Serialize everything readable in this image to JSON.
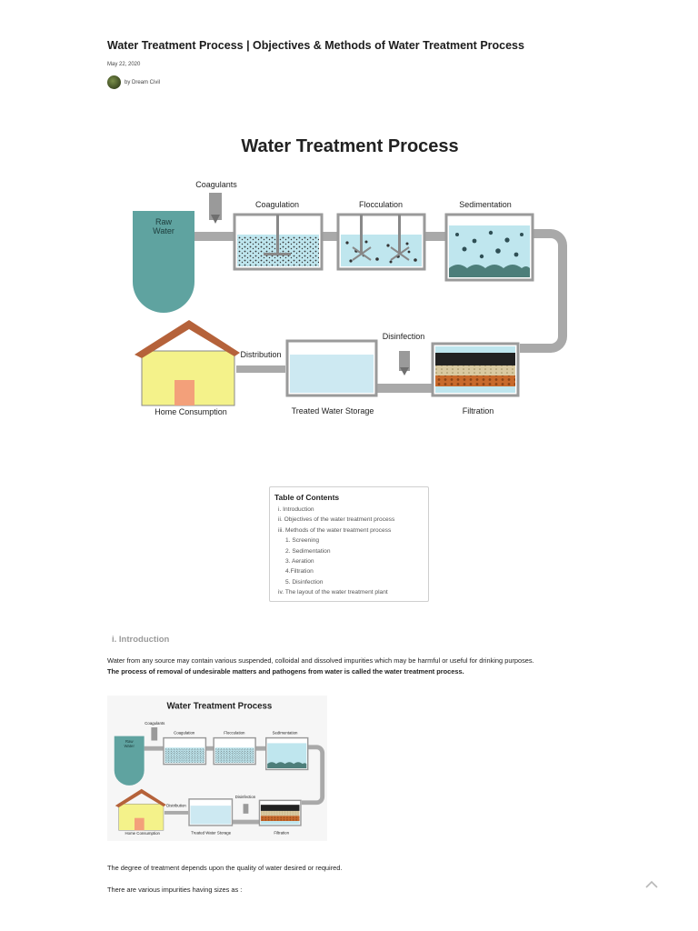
{
  "article": {
    "title": "Water Treatment Process | Objectives & Methods of Water Treatment Process",
    "date": "May 22, 2020",
    "author": "by Dream Civil"
  },
  "diagram": {
    "title": "Water Treatment Process",
    "labels": {
      "coagulants": "Coagulants",
      "coagulation": "Coagulation",
      "flocculation": "Flocculation",
      "sedimentation": "Sedimentation",
      "raw_water_1": "Raw",
      "raw_water_2": "Water",
      "disinfection": "Disinfection",
      "distribution": "Distribution",
      "home_consumption": "Home Consumption",
      "treated_water_storage": "Treated Water Storage",
      "filtration": "Filtration"
    }
  },
  "toc": {
    "title": "Table of Contents",
    "items": [
      "i. Introduction",
      "ii. Objectives of the water treatment process",
      "iii. Methods of the water treatment process",
      "1. Screening",
      "2. Sedimentation",
      "3. Aeration",
      "4.Filtration",
      "5. Disinfection",
      "iv. The layout of the water treatment plant"
    ]
  },
  "intro": {
    "heading": "i. Introduction",
    "para1": "Water from any source may contain various suspended, colloidal and dissolved impurities which may be harmful or useful for drinking purposes.",
    "para1_bold": "The process of removal of undesirable matters and pathogens from water is called the water treatment process.",
    "para2": "The degree of treatment depends upon the quality of water desired or required.",
    "para3": "There are  various impurities having sizes as :"
  },
  "icons": {
    "scroll_top": "chevron-up-icon"
  },
  "colors": {
    "pipe": "#a9a9a9",
    "water": "#bfe6ee",
    "raw_water": "#5fa3a0",
    "house_wall": "#f4f28a",
    "roof": "#b5623a",
    "door": "#f3a07a"
  }
}
